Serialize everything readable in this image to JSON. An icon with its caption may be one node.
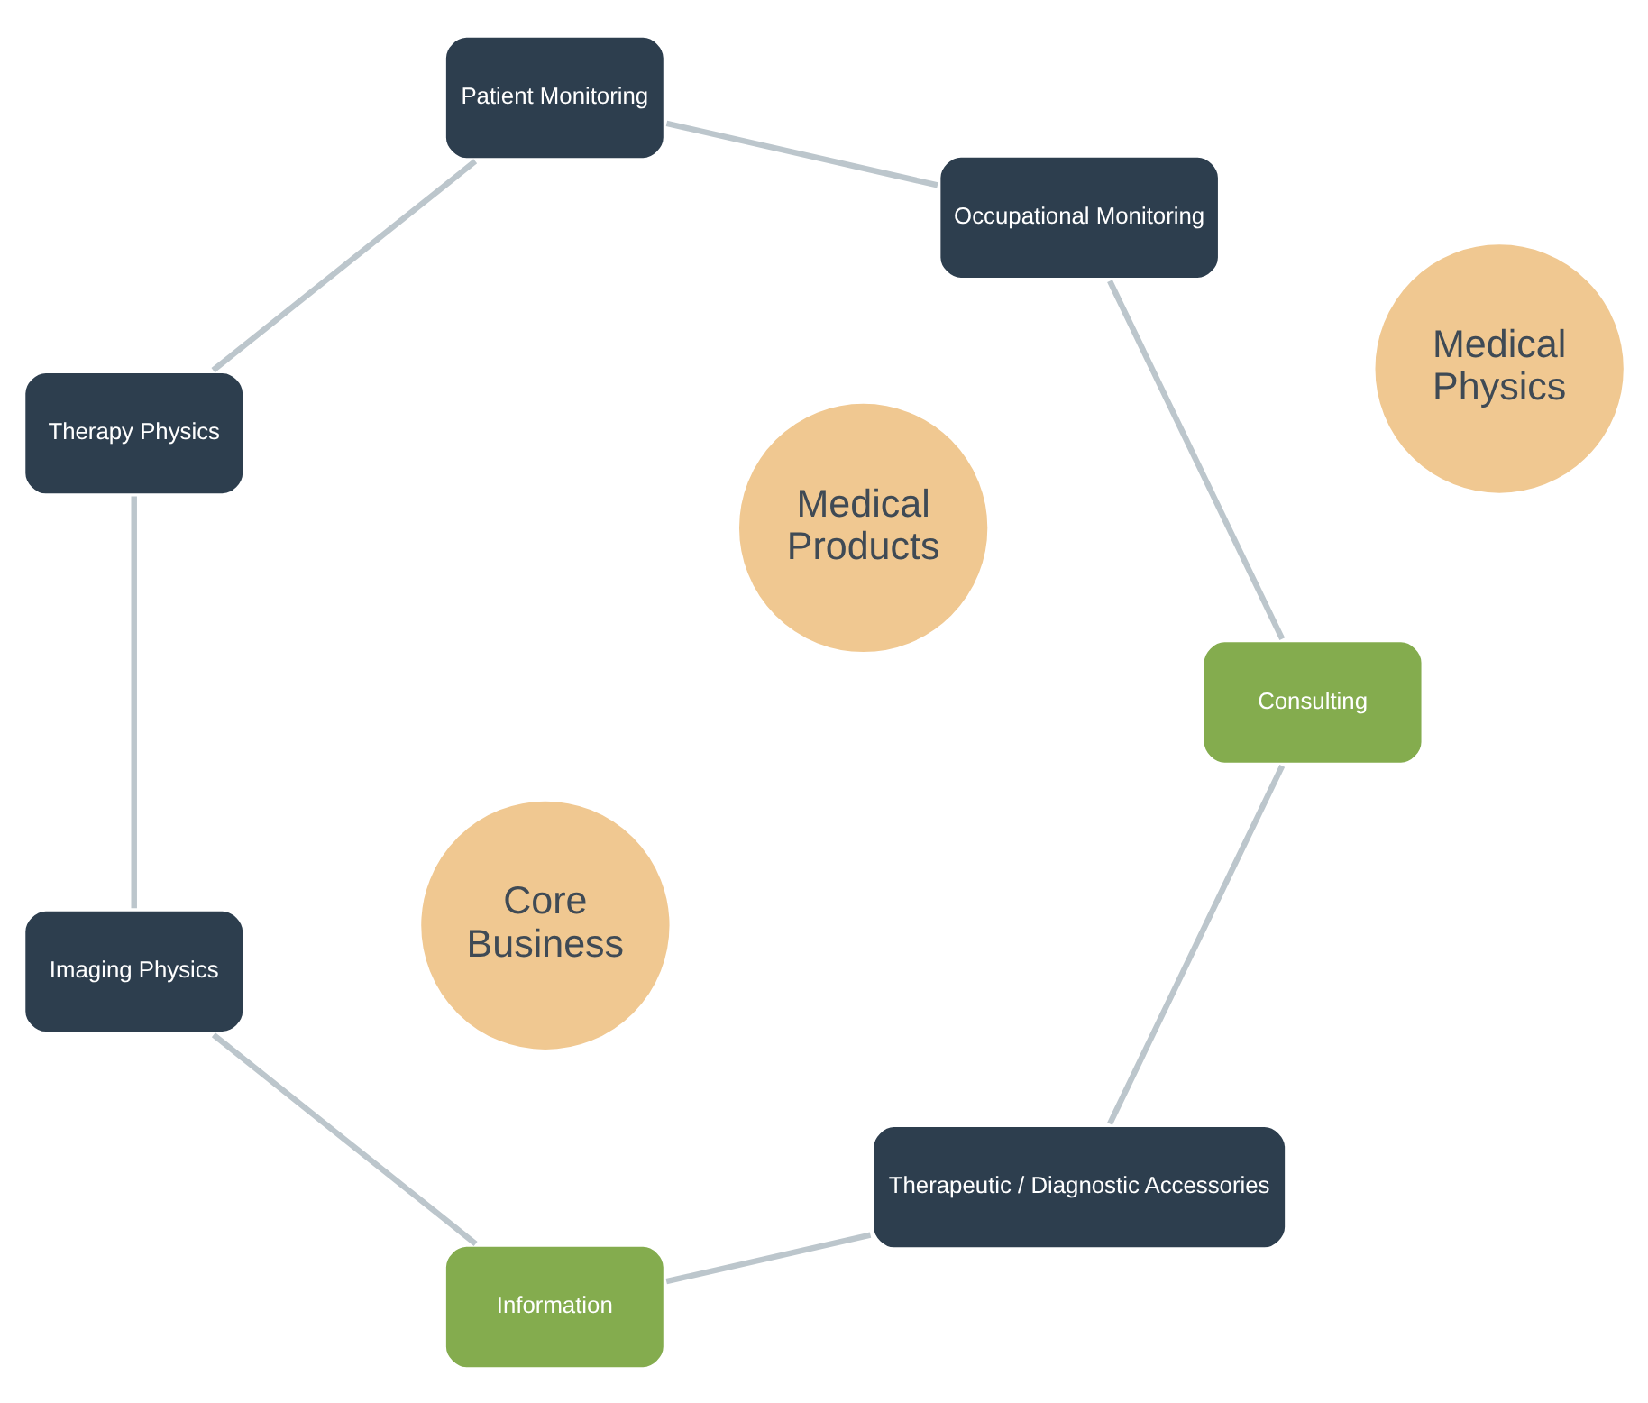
{
  "diagram": {
    "nodes": [
      {
        "text": [
          "Therapeutic / Diagnostic Accessories"
        ]
      },
      {
        "text": [
          "Consulting"
        ]
      },
      {
        "text": [
          "Information"
        ]
      },
      {
        "text": [
          "Medical Products"
        ]
      },
      {
        "text": [
          "Occupational Monitoring"
        ]
      },
      {
        "text": [
          "Imaging Physics"
        ]
      },
      {
        "text": [
          "Core Business"
        ]
      },
      {
        "text": [
          "Medical Physics"
        ]
      },
      {
        "text": [
          "Patient Monitoring"
        ]
      },
      {
        "text": [
          "Therapy Physics"
        ]
      }
    ],
    "edges": [
      {
        "from": 1,
        "to": 0,
        "arrow": "none"
      },
      {
        "from": 0,
        "to": 2,
        "arrow": "none"
      },
      {
        "from": 2,
        "to": 5,
        "arrow": "none"
      },
      {
        "from": 5,
        "to": 9,
        "arrow": "none"
      },
      {
        "from": 9,
        "to": 8,
        "arrow": "none"
      },
      {
        "from": 8,
        "to": 4,
        "arrow": "none"
      },
      {
        "from": 4,
        "to": 1,
        "arrow": "none"
      }
    ]
  }
}
